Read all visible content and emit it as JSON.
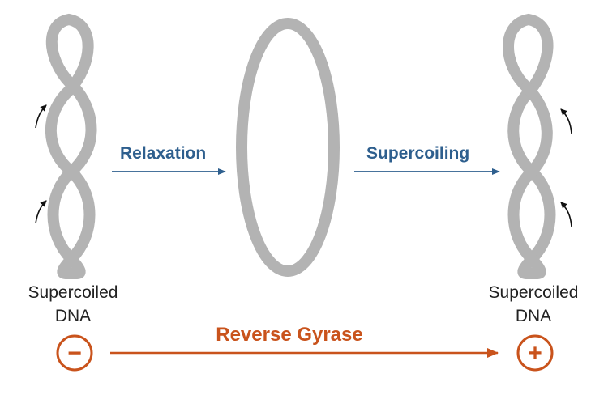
{
  "diagram": {
    "left_label": {
      "line1": "Supercoiled",
      "line2": "DNA"
    },
    "right_label": {
      "line1": "Supercoiled",
      "line2": "DNA"
    },
    "step1_label": "Relaxation",
    "step2_label": "Supercoiling",
    "enzyme_label": "Reverse Gyrase",
    "left_sign": "−",
    "right_sign": "+",
    "colors": {
      "strand": "#b3b3b3",
      "step_blue": "#2e5f8e",
      "enzyme_orange": "#c9531c",
      "text_dark": "#222222"
    }
  }
}
